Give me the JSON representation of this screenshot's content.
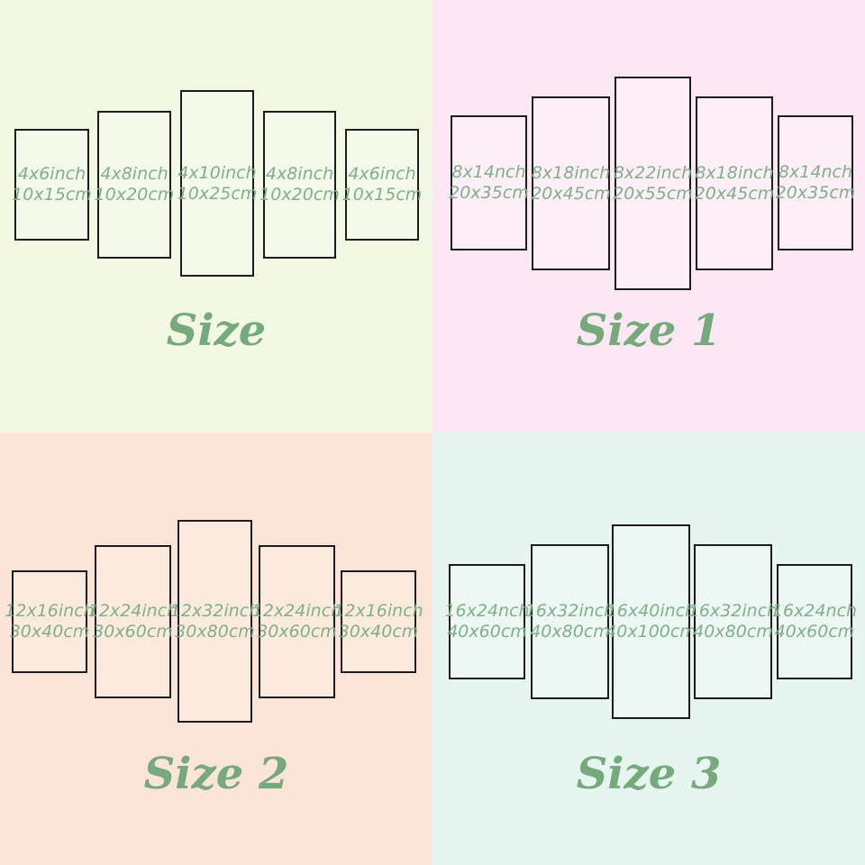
{
  "colors": {
    "border": "#1c1c1c",
    "label_text": "#7fb08a",
    "title_text": "#76a97c",
    "bg_top_left": "#f1f8e3",
    "bg_top_right": "#fbe8f4",
    "bg_bottom_left": "#fde4d9",
    "bg_bottom_right": "#e7f5f0",
    "fill_top_left": "#f3fae9",
    "fill_top_right": "#fdeef7",
    "fill_bottom_left": "#fdeadf",
    "fill_bottom_right": "#edf8f4"
  },
  "quadrants": [
    {
      "title": "Size",
      "bg": "#f1f8e3",
      "panel_fill": "#f3fae9",
      "panels": [
        {
          "line1": "4x6inch",
          "line2": "10x15cm"
        },
        {
          "line1": "4x8inch",
          "line2": "10x20cm"
        },
        {
          "line1": "4x10inch",
          "line2": "10x25cm"
        },
        {
          "line1": "4x8inch",
          "line2": "10x20cm"
        },
        {
          "line1": "4x6inch",
          "line2": "10x15cm"
        }
      ]
    },
    {
      "title": "Size 1",
      "bg": "#fbe8f4",
      "panel_fill": "#fdeef7",
      "panels": [
        {
          "line1": "8x14nch",
          "line2": "20x35cm"
        },
        {
          "line1": "8x18inch",
          "line2": "20x45cm"
        },
        {
          "line1": "8x22inch",
          "line2": "20x55cm"
        },
        {
          "line1": "8x18inch",
          "line2": "20x45cm"
        },
        {
          "line1": "8x14nch",
          "line2": "20x35cm"
        }
      ]
    },
    {
      "title": "Size 2",
      "bg": "#fde4d9",
      "panel_fill": "#fdeadf",
      "panels": [
        {
          "line1": "12x16inch",
          "line2": "30x40cm"
        },
        {
          "line1": "12x24inch",
          "line2": "30x60cm"
        },
        {
          "line1": "12x32inch",
          "line2": "30x80cm"
        },
        {
          "line1": "12x24inch",
          "line2": "30x60cm"
        },
        {
          "line1": "12x16inch",
          "line2": "30x40cm"
        }
      ]
    },
    {
      "title": "Size 3",
      "bg": "#e7f5f0",
      "panel_fill": "#edf8f4",
      "panels": [
        {
          "line1": "16x24nch",
          "line2": "40x60cm"
        },
        {
          "line1": "16x32inch",
          "line2": "40x80cm"
        },
        {
          "line1": "16x40inch",
          "line2": "40x100cm"
        },
        {
          "line1": "16x32inch",
          "line2": "40x80cm"
        },
        {
          "line1": "16x24nch",
          "line2": "40x60cm"
        }
      ]
    }
  ]
}
